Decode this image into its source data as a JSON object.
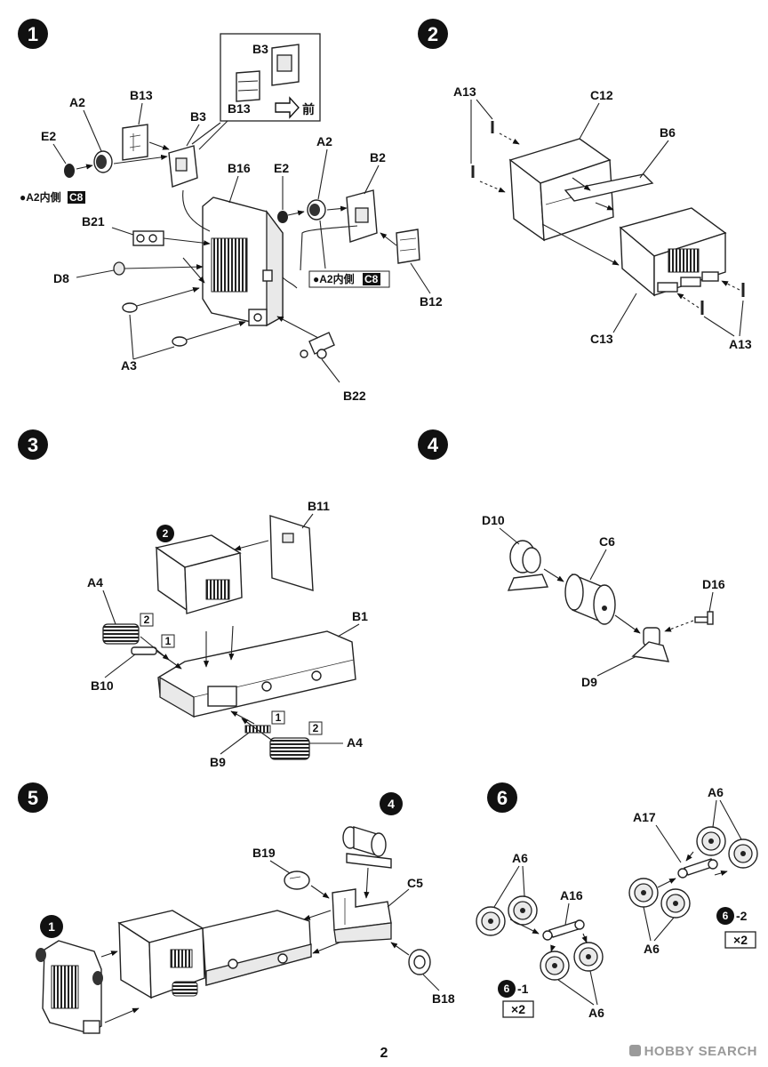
{
  "steps": [
    {
      "number": "1"
    },
    {
      "number": "2"
    },
    {
      "number": "3"
    },
    {
      "number": "4"
    },
    {
      "number": "5"
    },
    {
      "number": "6"
    }
  ],
  "step1": {
    "labels": {
      "a2_left": "A2",
      "b13": "B13",
      "b3": "B3",
      "e2_left": "E2",
      "b16": "B16",
      "e2_right": "E2",
      "a2_right": "A2",
      "b2": "B2",
      "b21": "B21",
      "d8": "D8",
      "a3": "A3",
      "b22": "B22",
      "b12": "B12"
    },
    "inset": {
      "b3": "B3",
      "b13": "B13",
      "front": "前"
    },
    "notes": [
      {
        "text": "●A2内側",
        "badge": "C8"
      },
      {
        "text": "●A2内側",
        "badge": "C8"
      }
    ]
  },
  "step2": {
    "labels": {
      "a13_top": "A13",
      "c12": "C12",
      "b6": "B6",
      "c13": "C13",
      "a13_bottom": "A13"
    }
  },
  "step3": {
    "labels": {
      "b11": "B11",
      "a4_left": "A4",
      "b10": "B10",
      "b1": "B1",
      "b9": "B9",
      "a4_right": "A4"
    },
    "order_marks": [
      "2",
      "1",
      "1",
      "2"
    ],
    "sub_step": "2"
  },
  "step4": {
    "labels": {
      "d10": "D10",
      "c6": "C6",
      "d16": "D16",
      "d9": "D9"
    }
  },
  "step5": {
    "labels": {
      "b19": "B19",
      "c5": "C5",
      "b18": "B18"
    },
    "sub_steps": [
      "4",
      "1"
    ]
  },
  "step6": {
    "labels": {
      "a6_1": "A6",
      "a16": "A16",
      "a6_2": "A6",
      "a17": "A17",
      "a6_3": "A6",
      "a6_4": "A6"
    },
    "sub_step_1": {
      "number": "6",
      "suffix": "-1",
      "qty": "×2"
    },
    "sub_step_2": {
      "number": "6",
      "suffix": "-2",
      "qty": "×2"
    }
  },
  "footer": {
    "page_number": "2",
    "watermark": "HOBBY SEARCH"
  }
}
